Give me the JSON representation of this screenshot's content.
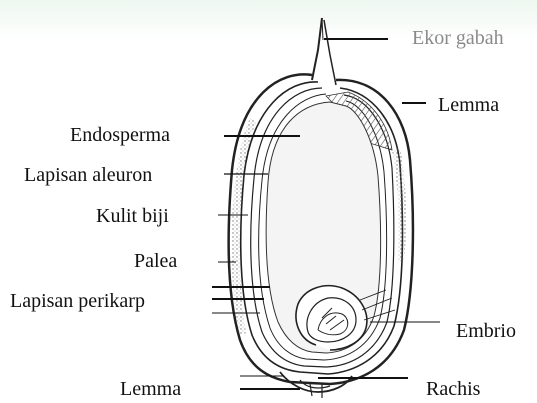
{
  "labels": {
    "ekor_gabah": "Ekor gabah",
    "lemma_top": "Lemma",
    "endosperma": "Endosperma",
    "lapisan_aleuron": "Lapisan aleuron",
    "kulit_biji": "Kulit biji",
    "palea": "Palea",
    "lapisan_perikarp": "Lapisan perikarp",
    "embrio": "Embrio",
    "lemma_bottom": "Lemma",
    "rachis": "Rachis"
  }
}
